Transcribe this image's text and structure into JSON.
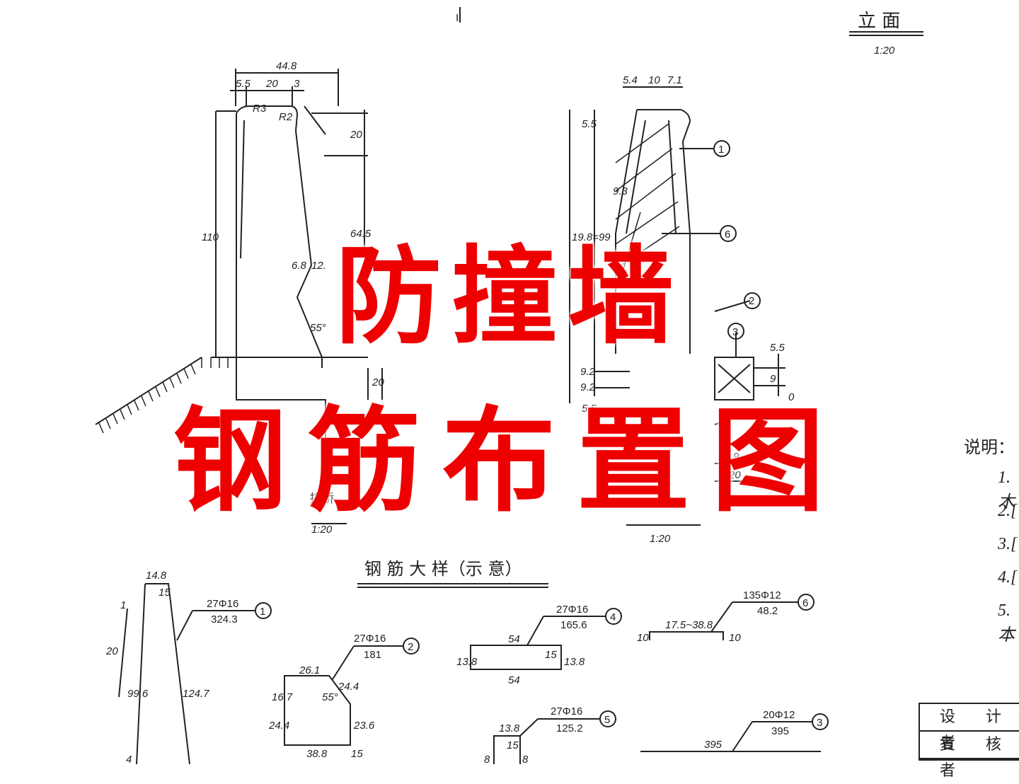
{
  "drawing": {
    "top_mark": "I",
    "elevation": {
      "title": "立 面",
      "scale": "1:20"
    },
    "section_left": {
      "dims": [
        "44.8",
        "5.5",
        "20",
        "3",
        "R3",
        "R2",
        "20",
        "110",
        "64.5",
        "6.8",
        "12.",
        "55°",
        "20"
      ],
      "label_fragment": "描桥",
      "scale": "1:20"
    },
    "section_right": {
      "dims": [
        "5.4",
        "10",
        "7.1",
        "5.5",
        "19.8=99",
        "9.3",
        "9.2",
        "9.2",
        "5.5",
        "5.5",
        "9",
        "0",
        "5",
        "9",
        "20"
      ],
      "markers": [
        "1",
        "6",
        "2",
        "3"
      ],
      "scale": "1:20"
    },
    "rebar_detail_title": "钢 筋 大 样（示 意）",
    "rebars": [
      {
        "id": "1",
        "spec": "27Φ16",
        "length": "324.3",
        "dims": [
          "14.8",
          "15",
          "1",
          "20",
          "99.6",
          "124.7",
          "4"
        ]
      },
      {
        "id": "2",
        "spec": "27Φ16",
        "length": "181",
        "dims": [
          "26.1",
          "16.7",
          "55°",
          "24.4",
          "24.4",
          "23.6",
          "38.8",
          "15"
        ]
      },
      {
        "id": "4",
        "spec": "27Φ16",
        "length": "165.6",
        "dims": [
          "54",
          "15",
          "13.8",
          "13.8",
          "54"
        ]
      },
      {
        "id": "5",
        "spec": "27Φ16",
        "length": "125.2",
        "dims": [
          "13.8",
          "15",
          "8",
          "8"
        ]
      },
      {
        "id": "6",
        "spec": "135Φ12",
        "length": "48.2",
        "dims": [
          "17.5~38.8",
          "10",
          "10"
        ]
      },
      {
        "id": "3",
        "spec": "20Φ12",
        "length": "395",
        "dims": [
          "395"
        ]
      }
    ]
  },
  "notes": {
    "heading": "说明：",
    "items": [
      "1.木",
      "2.[",
      "3.[",
      "4.[",
      "5.本"
    ]
  },
  "signature_table": [
    "设 计 者",
    "复 核 者"
  ],
  "banner": {
    "line1": "防撞墙",
    "line2": "钢筋布置图"
  },
  "colors": {
    "banner": "#ee0000",
    "ink": "#222222"
  }
}
